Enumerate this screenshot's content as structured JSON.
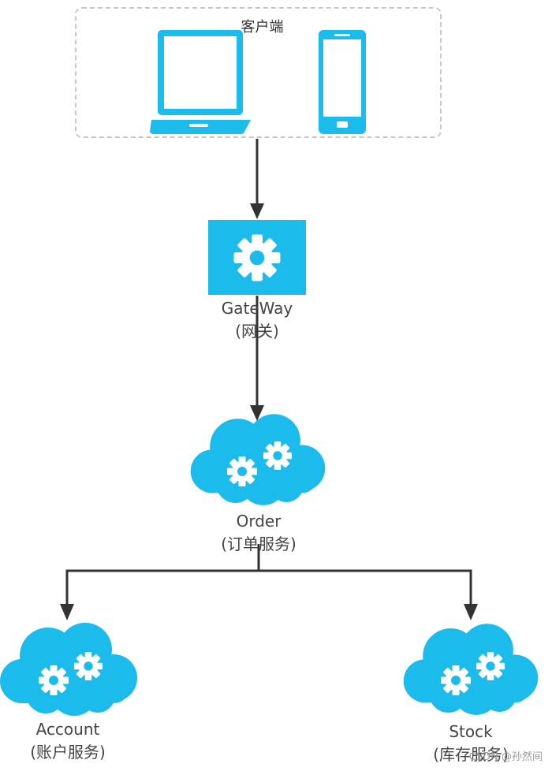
{
  "client": {
    "title": "客户端"
  },
  "nodes": {
    "gateway": {
      "name": "GateWay",
      "desc": "(网关)"
    },
    "order": {
      "name": "Order",
      "desc": "(订单服务)"
    },
    "account": {
      "name": "Account",
      "desc": "(账户服务)"
    },
    "stock": {
      "name": "Stock",
      "desc": "(库存服务)"
    }
  },
  "colors": {
    "accent": "#1bbbec",
    "line": "#333333",
    "dash": "#c8c8c8"
  },
  "watermark": "CSDN @孙然间"
}
